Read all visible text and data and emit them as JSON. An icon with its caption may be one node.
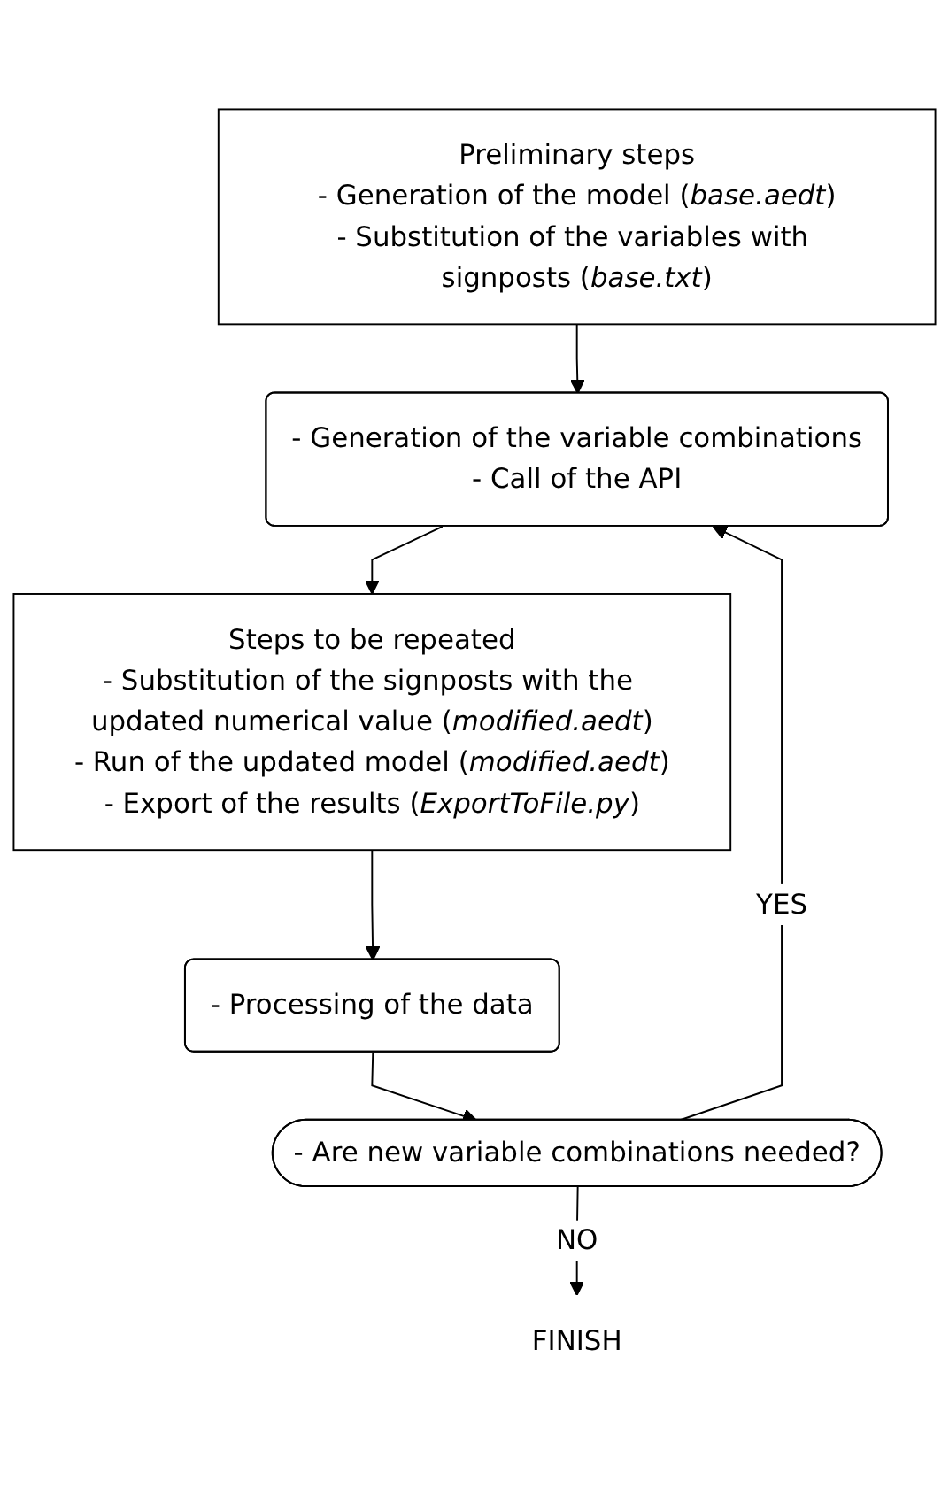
{
  "diagram": {
    "nodes": [
      {
        "text": [
          "Preliminary steps",
          "- Generation of the model (*base.aedt*)",
          "- Substitution of the variables with signposts (*base.txt*)"
        ]
      },
      {
        "text": [
          "- Generation of the variable combinations",
          "- Call of the API"
        ]
      },
      {
        "text": [
          "Steps to be repeated",
          "- Substitution of the signposts with the updated numerical value (*modified.aedt*)",
          "- Run of the updated model (*modified.aedt*)",
          "- Export of the results (*ExportToFile.py*)"
        ]
      },
      {
        "text": [
          "- Processing of the data"
        ]
      },
      {
        "text": [
          "- Are new variable combinations needed?"
        ]
      },
      {
        "text": [
          "FINISH"
        ]
      }
    ],
    "edges": [
      {
        "from": 0,
        "to": 1,
        "arrow": "to"
      },
      {
        "from": 1,
        "to": 2,
        "arrow": "to"
      },
      {
        "from": 2,
        "to": 3,
        "arrow": "to"
      },
      {
        "from": 3,
        "to": 4,
        "arrow": "to"
      },
      {
        "from": 4,
        "to": 1,
        "arrow": "to",
        "label": "YES"
      },
      {
        "from": 4,
        "to": 5,
        "arrow": "to",
        "label": "NO"
      }
    ]
  }
}
